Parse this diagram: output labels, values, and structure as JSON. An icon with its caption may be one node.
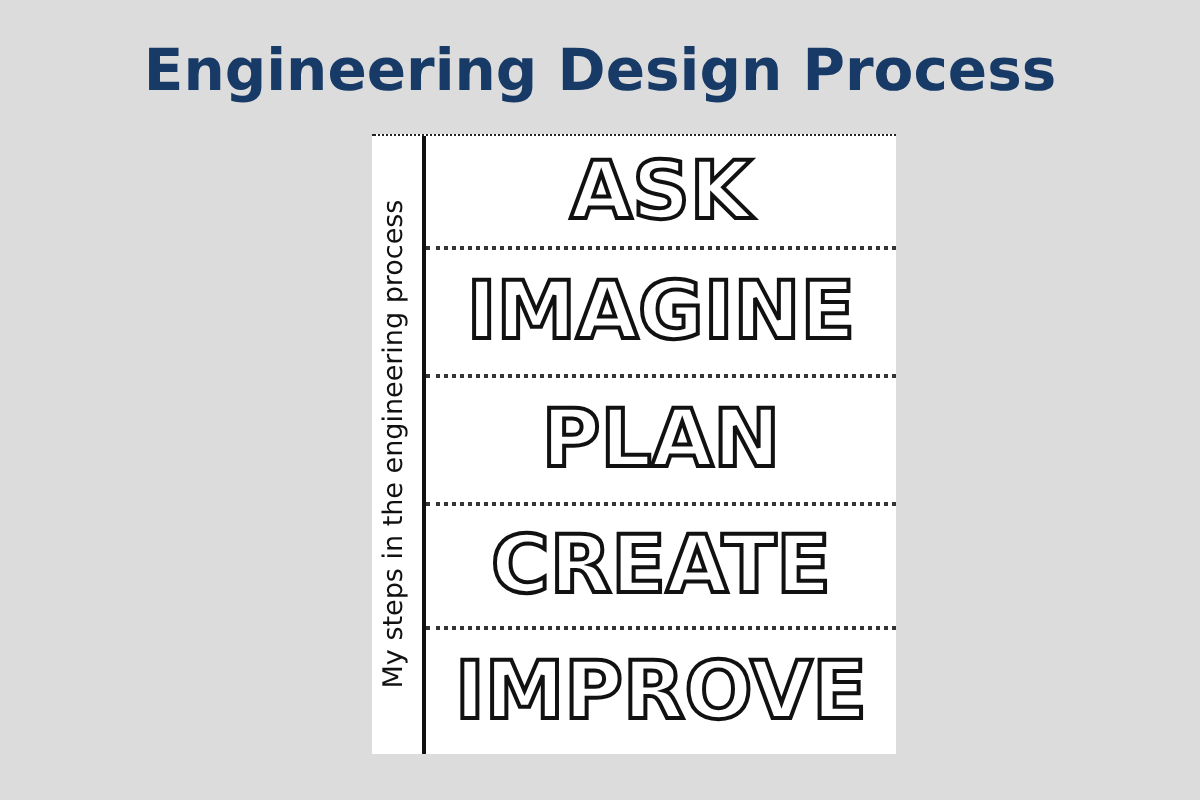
{
  "diagram": {
    "title": "Engineering Design Process",
    "nodes": [
      {
        "text": [
          "My steps in the engineering process"
        ]
      },
      {
        "text": [
          "ASK"
        ],
        "in": 0
      },
      {
        "text": [
          "IMAGINE"
        ],
        "in": 0
      },
      {
        "text": [
          "PLAN"
        ],
        "in": 0
      },
      {
        "text": [
          "CREATE"
        ],
        "in": 0
      },
      {
        "text": [
          "IMPROVE"
        ],
        "in": 0
      }
    ]
  }
}
